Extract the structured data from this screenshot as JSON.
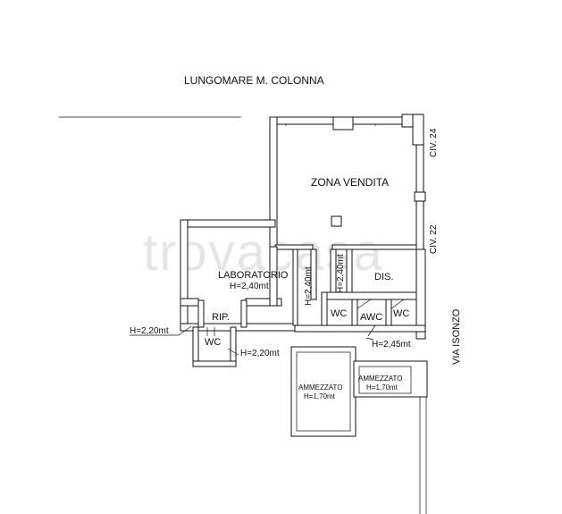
{
  "streets": {
    "north": "LUNGOMARE M. COLONNA",
    "east": "VIA ISONZO",
    "civ_24": "CIV. 24",
    "civ_22": "CIV. 22"
  },
  "rooms": {
    "zona_vendita": "ZONA VENDITA",
    "laboratorio": "LABORATORIO",
    "laboratorio_height": "H=2,40mt",
    "dis": "DIS.",
    "rip": "RIP.",
    "wc_left": "WC",
    "wc_mid": "WC",
    "awc": "AWC",
    "wc_right": "WC",
    "ammezzato_1": "AMMEZZATO",
    "ammezzato_1_height": "H=1,70mt",
    "ammezzato_2": "AMMEZZATO",
    "ammezzato_2_height": "H=1,70mt"
  },
  "heights": {
    "vertical_1": "H=2,40mt",
    "vertical_2": "H=2,40mt",
    "left_220": "H=2,20mt",
    "wc_220": "H=2,20mt",
    "right_245": "H=2,45mt"
  },
  "watermark": "trovacasa"
}
